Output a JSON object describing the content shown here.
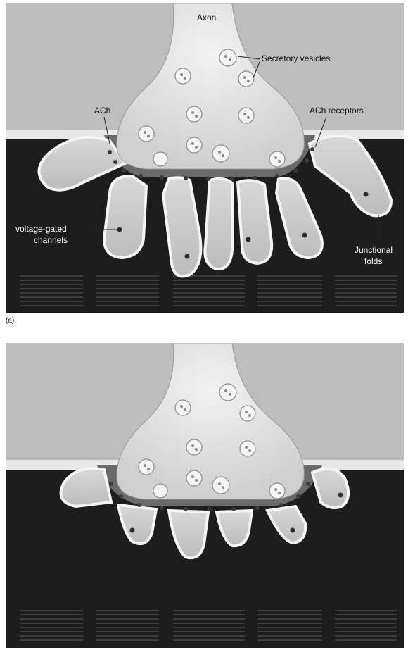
{
  "panel_a": {
    "letter": "(a)",
    "labels": {
      "axon": "Axon",
      "secretory_vesicles": "Secretory vesicles",
      "ach": "ACh",
      "ach_receptors": "ACh receptors",
      "voltage_gated_channels_1": "voltage-gated",
      "voltage_gated_channels_2": "channels",
      "junctional_folds_1": "Junctional",
      "junctional_folds_2": "folds"
    }
  },
  "colors": {
    "background": "#bdbdbd",
    "muscle": "#1c1c1c",
    "terminal": "#e6e6e6",
    "fold_outline": "#f2f2f2",
    "fold_fill": "#cfcfcf"
  }
}
